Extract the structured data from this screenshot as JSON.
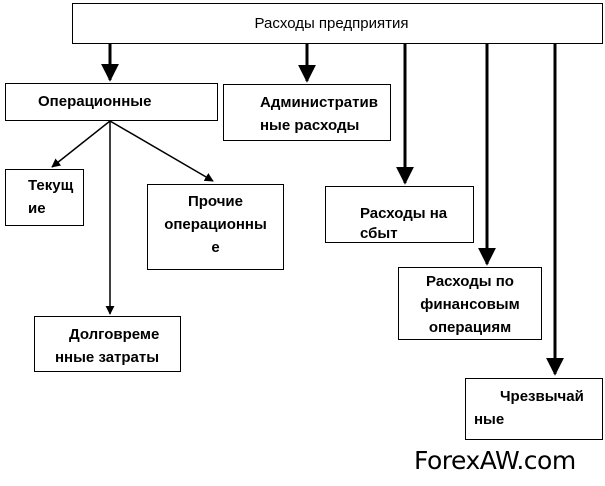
{
  "diagram": {
    "root": {
      "label": "Расходы предприятия"
    },
    "operational": {
      "label": "Операционные"
    },
    "current": {
      "lines": [
        "Текущ",
        "ие"
      ]
    },
    "other_operational": {
      "lines": [
        "Прочие",
        "операционны",
        "е"
      ]
    },
    "long_term": {
      "lines": [
        "Долговреме",
        "нные затраты"
      ]
    },
    "administrative": {
      "lines": [
        "Административ",
        "ные расходы"
      ]
    },
    "sales": {
      "lines": [
        "Расходы на",
        "сбыт"
      ]
    },
    "financial": {
      "lines": [
        "Расходы по",
        "финансовым",
        "операциям"
      ]
    },
    "extraordinary": {
      "lines": [
        "Чрезвычай",
        "ные"
      ]
    }
  },
  "watermark": "ForexAW.com",
  "colors": {
    "stroke": "#000000",
    "background": "#ffffff"
  }
}
